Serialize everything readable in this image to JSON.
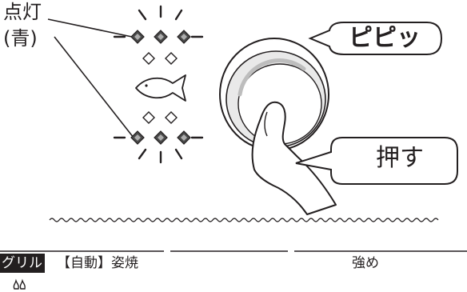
{
  "indicator": {
    "label_line1": "点灯",
    "label_line2": "(青)",
    "lit_color": "#4a4a4a",
    "unlit_color": "#ffffff"
  },
  "speech": {
    "beep": "ピピッ",
    "press": "押す"
  },
  "bottom_bar": {
    "mode_tag": "グリル",
    "mode_name": "【自動】姿焼",
    "strength": "強め",
    "burner_icon": "flame-icon"
  },
  "icons": {
    "fish": "fish-icon",
    "knob": "knob-button",
    "finger": "finger-icon"
  }
}
